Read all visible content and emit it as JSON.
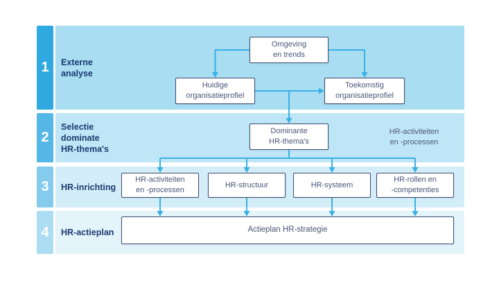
{
  "palette": {
    "tab_colors": [
      "#2FA9DF",
      "#55B7E6",
      "#84CBED",
      "#ACDDF3"
    ],
    "band_colors": [
      "#A8DDF2",
      "#BFE6F7",
      "#D4EEF9",
      "#E4F4FB"
    ],
    "arrow_color": "#3AB1E5",
    "row_label_color": "#1C3A70",
    "box_border_color": "#3D4C70",
    "box_text_color": "#4A5578"
  },
  "rows": [
    {
      "number": "1",
      "label": "Externe\nanalyse"
    },
    {
      "number": "2",
      "label": "Selectie\ndominate\nHR-thema's"
    },
    {
      "number": "3",
      "label": "HR-inrichting"
    },
    {
      "number": "4",
      "label": "HR-actieplan"
    }
  ],
  "boxes": {
    "omgeving": "Omgeving\nen trends",
    "huidige": "Huidige\norganisatieprofiel",
    "toekomstig": "Toekomstig\norganisatieprofiel",
    "dominante": "Dominante\nHR-thema's",
    "hr_activiteiten": "HR-activiteiten\nen -processen",
    "hr_structuur": "HR-structuur",
    "hr_systeem": "HR-systeem",
    "hr_rollen": "HR-rollen en\n-competenties",
    "actieplan": "Actieplan HR-strategie"
  },
  "annotations": {
    "hr_activiteiten_note": "HR-activiteiten\nen -processen"
  }
}
